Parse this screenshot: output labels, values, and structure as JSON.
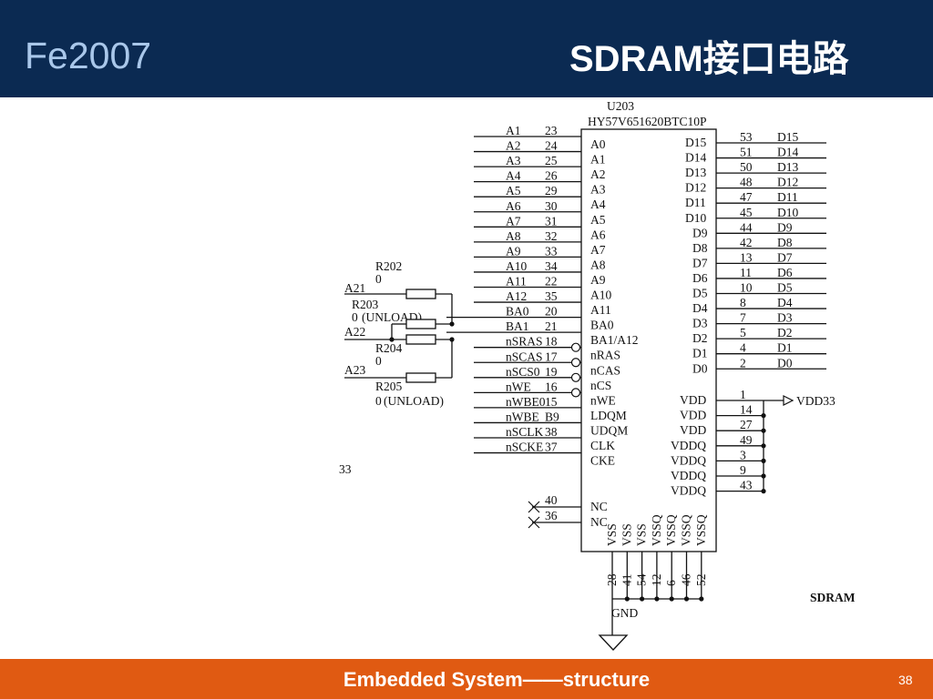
{
  "header": {
    "brand": "Fe2007",
    "title": "SDRAM接口电路"
  },
  "footer": {
    "text": "Embedded System——structure",
    "page": "38"
  },
  "colors": {
    "header_bg": "#0b2a52",
    "brand": "#a9c7ea",
    "footer_bg": "#e05a12"
  },
  "schematic": {
    "ref": "U203",
    "part": "HY57V651620BTC10P",
    "caption": "SDRAM",
    "gnd": "GND",
    "vdd_net": "VDD33",
    "nc_pins": [
      "40",
      "36"
    ],
    "stray": "33",
    "resistors": [
      {
        "ref": "R202",
        "value": "0",
        "note": ""
      },
      {
        "ref": "R203",
        "value": "0",
        "note": "(UNLOAD)"
      },
      {
        "ref": "R204",
        "value": "0",
        "note": ""
      },
      {
        "ref": "R205",
        "value": "0",
        "note": "(UNLOAD)"
      }
    ],
    "addr_inputs": [
      "A21",
      "A22",
      "A23"
    ],
    "left_pins": [
      {
        "net": "A1",
        "pin": "23",
        "name": "A0",
        "bubble": false
      },
      {
        "net": "A2",
        "pin": "24",
        "name": "A1",
        "bubble": false
      },
      {
        "net": "A3",
        "pin": "25",
        "name": "A2",
        "bubble": false
      },
      {
        "net": "A4",
        "pin": "26",
        "name": "A3",
        "bubble": false
      },
      {
        "net": "A5",
        "pin": "29",
        "name": "A4",
        "bubble": false
      },
      {
        "net": "A6",
        "pin": "30",
        "name": "A5",
        "bubble": false
      },
      {
        "net": "A7",
        "pin": "31",
        "name": "A6",
        "bubble": false
      },
      {
        "net": "A8",
        "pin": "32",
        "name": "A7",
        "bubble": false
      },
      {
        "net": "A9",
        "pin": "33",
        "name": "A8",
        "bubble": false
      },
      {
        "net": "A10",
        "pin": "34",
        "name": "A9",
        "bubble": false
      },
      {
        "net": "A11",
        "pin": "22",
        "name": "A10",
        "bubble": false
      },
      {
        "net": "A12",
        "pin": "35",
        "name": "A11",
        "bubble": false
      },
      {
        "net": "BA0",
        "pin": "20",
        "name": "BA0",
        "bubble": false
      },
      {
        "net": "BA1",
        "pin": "21",
        "name": "BA1/A12",
        "bubble": false
      },
      {
        "net": "nSRAS",
        "pin": "18",
        "name": "nRAS",
        "bubble": true
      },
      {
        "net": "nSCAS",
        "pin": "17",
        "name": "nCAS",
        "bubble": true
      },
      {
        "net": "nSCS0",
        "pin": "19",
        "name": "nCS",
        "bubble": true
      },
      {
        "net": "nWE",
        "pin": "16",
        "name": "nWE",
        "bubble": true
      },
      {
        "net": "nWBE0",
        "pin": "15",
        "name": "LDQM",
        "bubble": false
      },
      {
        "net": "nWBE",
        "pin": "B9",
        "name": "UDQM",
        "bubble": false
      },
      {
        "net": "nSCLK",
        "pin": "38",
        "name": "CLK",
        "bubble": false
      },
      {
        "net": "nSCKE",
        "pin": "37",
        "name": "CKE",
        "bubble": false
      }
    ],
    "nc_names": [
      "NC",
      "NC"
    ],
    "data_pins": [
      {
        "name": "D15",
        "pin": "53",
        "net": "D15"
      },
      {
        "name": "D14",
        "pin": "51",
        "net": "D14"
      },
      {
        "name": "D13",
        "pin": "50",
        "net": "D13"
      },
      {
        "name": "D12",
        "pin": "48",
        "net": "D12"
      },
      {
        "name": "D11",
        "pin": "47",
        "net": "D11"
      },
      {
        "name": "D10",
        "pin": "45",
        "net": "D10"
      },
      {
        "name": "D9",
        "pin": "44",
        "net": "D9"
      },
      {
        "name": "D8",
        "pin": "42",
        "net": "D8"
      },
      {
        "name": "D7",
        "pin": "13",
        "net": "D7"
      },
      {
        "name": "D6",
        "pin": "11",
        "net": "D6"
      },
      {
        "name": "D5",
        "pin": "10",
        "net": "D5"
      },
      {
        "name": "D4",
        "pin": "8",
        "net": "D4"
      },
      {
        "name": "D3",
        "pin": "7",
        "net": "D3"
      },
      {
        "name": "D2",
        "pin": "5",
        "net": "D2"
      },
      {
        "name": "D1",
        "pin": "4",
        "net": "D1"
      },
      {
        "name": "D0",
        "pin": "2",
        "net": "D0"
      }
    ],
    "power_pins": [
      {
        "name": "VDD",
        "pin": "1"
      },
      {
        "name": "VDD",
        "pin": "14"
      },
      {
        "name": "VDD",
        "pin": "27"
      },
      {
        "name": "VDDQ",
        "pin": "49"
      },
      {
        "name": "VDDQ",
        "pin": "3"
      },
      {
        "name": "VDDQ",
        "pin": "9"
      },
      {
        "name": "VDDQ",
        "pin": "43"
      }
    ],
    "bottom_pins": [
      {
        "name": "VSS",
        "pin": "28"
      },
      {
        "name": "VSS",
        "pin": "41"
      },
      {
        "name": "VSS",
        "pin": "54"
      },
      {
        "name": "VSSQ",
        "pin": "12"
      },
      {
        "name": "VSSQ",
        "pin": "6"
      },
      {
        "name": "VSSQ",
        "pin": "46"
      },
      {
        "name": "VSSQ",
        "pin": "52"
      }
    ]
  }
}
